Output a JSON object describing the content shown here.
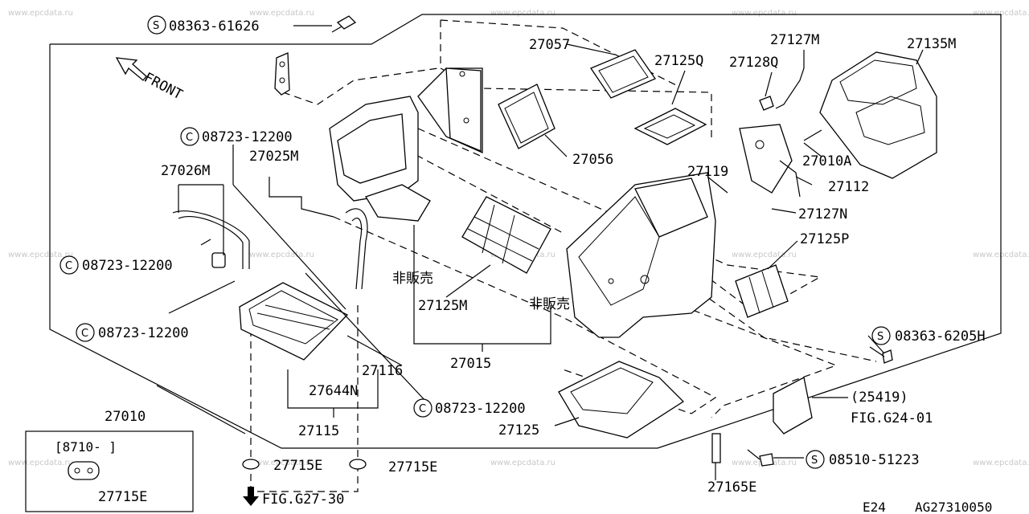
{
  "watermark": "www.epcdata.ru",
  "front_label": "FRONT",
  "not_for_sale": "非販売",
  "symbols": {
    "s": "S",
    "c": "C"
  },
  "callouts": {
    "bolt_top": "08363-61626",
    "bolt_right": "08363-6205H",
    "screw_bottom": "08510-51223",
    "clip_1": "08723-12200",
    "clip_2": "08723-12200",
    "clip_3": "08723-12200",
    "clip_4": "08723-12200"
  },
  "parts": {
    "p27057": "27057",
    "p27125Q": "27125Q",
    "p27128Q": "27128Q",
    "p27127M": "27127M",
    "p27135M": "27135M",
    "p27056": "27056",
    "p27010A": "27010A",
    "p27119": "27119",
    "p27112": "27112",
    "p27127N": "27127N",
    "p27125P": "27125P",
    "p27025M": "27025M",
    "p27026M": "27026M",
    "p27125M": "27125M",
    "p27015": "27015",
    "p27116": "27116",
    "p27644N": "27644N",
    "p27010": "27010",
    "p27115": "27115",
    "p27125": "27125",
    "p27715E_a": "27715E",
    "p27715E_b": "27715E",
    "p27715E_inset": "27715E",
    "p27165E": "27165E",
    "p25419": "(25419)"
  },
  "fig_refs": {
    "right": "FIG.G24-01",
    "bottom": "FIG.G27-30"
  },
  "inset_label": "[8710-   ]",
  "footer": {
    "code": "E24",
    "ref": "AG27310050"
  }
}
